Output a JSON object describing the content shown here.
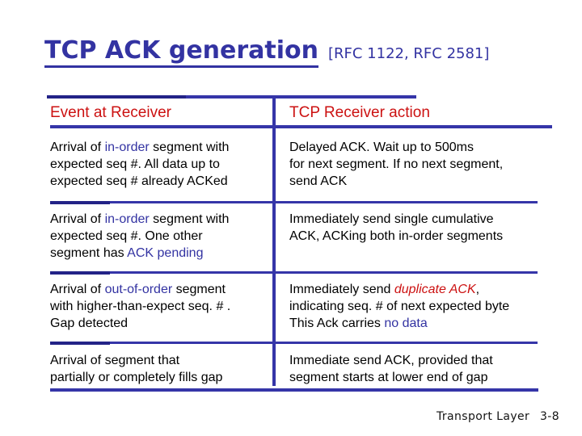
{
  "slide": {
    "title": "TCP ACK generation",
    "title_ref": "[RFC 1122, RFC 2581]",
    "footer": {
      "label": "Transport Layer",
      "page": "3-8"
    }
  },
  "colors": {
    "navy": "#3333A2",
    "red": "#CC1111",
    "black": "#000000",
    "line": "#3535A8",
    "line_dark": "#232387",
    "background": "#FFFFFF"
  },
  "table": {
    "headers": {
      "event": "Event at Receiver",
      "action": "TCP Receiver action"
    },
    "rows": [
      {
        "event": [
          {
            "text": "Arrival of  "
          },
          {
            "text": "in-order",
            "color": "navy"
          },
          {
            "text": " segment with\nexpected seq #. All data up to\nexpected seq # already ACKed"
          }
        ],
        "action": [
          {
            "text": "Delayed ACK. Wait up to 500ms\nfor next segment. If no next segment,\nsend ACK"
          }
        ]
      },
      {
        "event": [
          {
            "text": "Arrival of  "
          },
          {
            "text": "in-order",
            "color": "navy"
          },
          {
            "text": " segment with\nexpected seq #. One other\nsegment has "
          },
          {
            "text": "ACK pending",
            "color": "navy"
          }
        ],
        "action": [
          {
            "text": "Immediately send single cumulative\nACK, ACKing both in-order segments"
          }
        ]
      },
      {
        "event": [
          {
            "text": "Arrival of "
          },
          {
            "text": "out-of-order",
            "color": "navy"
          },
          {
            "text": " segment\nwith higher-than-expect seq. # .\nGap detected"
          }
        ],
        "action": [
          {
            "text": "Immediately send "
          },
          {
            "text": "duplicate ACK",
            "color": "red",
            "italic": true
          },
          {
            "text": ",\nindicating seq. # of next expected byte\nThis Ack carries "
          },
          {
            "text": "no data",
            "color": "navy"
          }
        ]
      },
      {
        "event": [
          {
            "text": "Arrival of segment that\npartially or completely fills gap"
          }
        ],
        "action": [
          {
            "text": "Immediate send ACK, provided that\nsegment starts at lower end of gap"
          }
        ]
      }
    ]
  }
}
